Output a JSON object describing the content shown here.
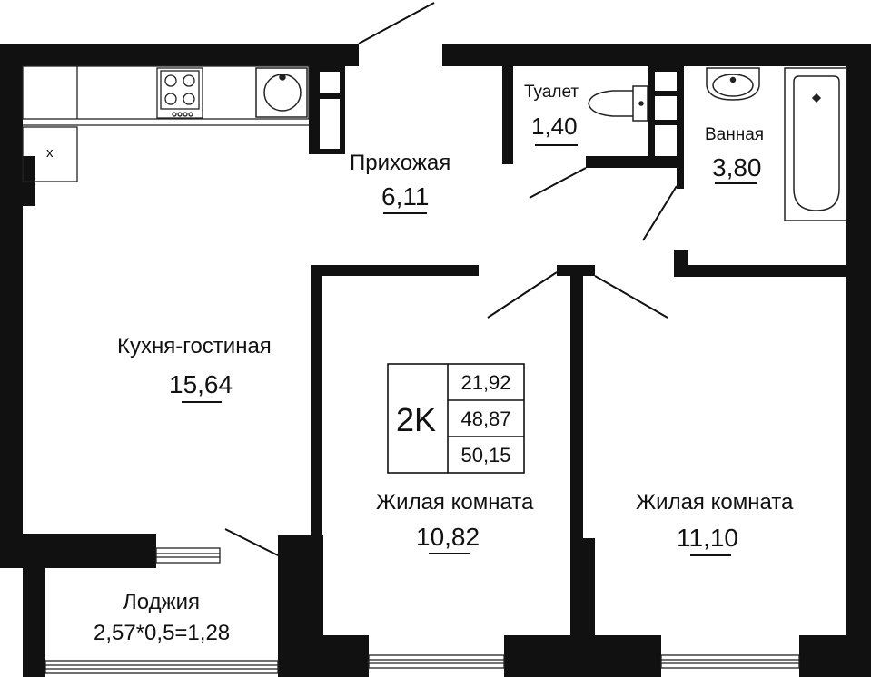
{
  "rooms": {
    "hall": {
      "name": "Прихожая",
      "area": "6,11"
    },
    "toilet": {
      "name": "Туалет",
      "area": "1,40"
    },
    "bath": {
      "name": "Ванная",
      "area": "3,80"
    },
    "kitchen": {
      "name": "Кухня-гостиная",
      "area": "15,64"
    },
    "bedroom1": {
      "name": "Жилая комната",
      "area": "10,82"
    },
    "bedroom2": {
      "name": "Жилая комната",
      "area": "11,10"
    },
    "loggia": {
      "name": "Лоджия",
      "area": "2,57*0,5=1,28"
    }
  },
  "badge": {
    "code": "2K",
    "living": "21,92",
    "total": "48,87",
    "total_with_loggia": "50,15"
  },
  "marks": {
    "x": "x"
  },
  "colors": {
    "wall": "#111111",
    "fixture": "#222222",
    "background": "#ffffff"
  }
}
